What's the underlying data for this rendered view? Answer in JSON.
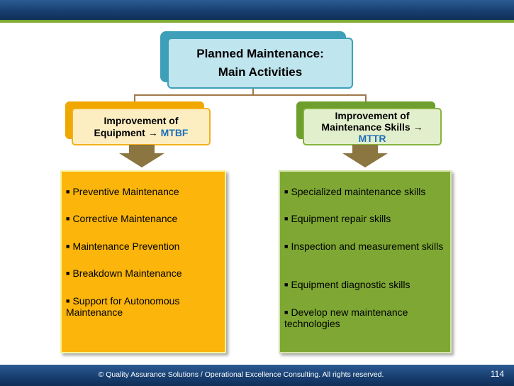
{
  "title": {
    "line1": "Planned Maintenance:",
    "line2": "Main Activities"
  },
  "left": {
    "heading_line1": "Improvement of",
    "heading_line2_prefix": "Equipment → ",
    "heading_accent": "MTBF",
    "items": [
      "Preventive Maintenance",
      "Corrective Maintenance",
      "Maintenance Prevention",
      "Breakdown Maintenance",
      "Support for Autonomous Maintenance"
    ]
  },
  "right": {
    "heading_line1": "Improvement of",
    "heading_line2": "Maintenance Skills →",
    "heading_accent": "MTTR",
    "items": [
      "Specialized maintenance skills",
      "Equipment repair skills",
      "Inspection and measurement skills",
      "Equipment diagnostic skills",
      "Develop new maintenance technologies"
    ]
  },
  "footer": {
    "copyright": "© Quality Assurance Solutions / Operational Excellence Consulting.  All rights reserved.",
    "page_number": "114"
  },
  "colors": {
    "header_bar": "#173d6e",
    "accent_green": "#7dac32",
    "title_fill": "#bfe5ee",
    "left_box": "#fbb50b",
    "right_box": "#7ea833",
    "arrow": "#8b7540",
    "accent_text": "#1f6fb8"
  }
}
